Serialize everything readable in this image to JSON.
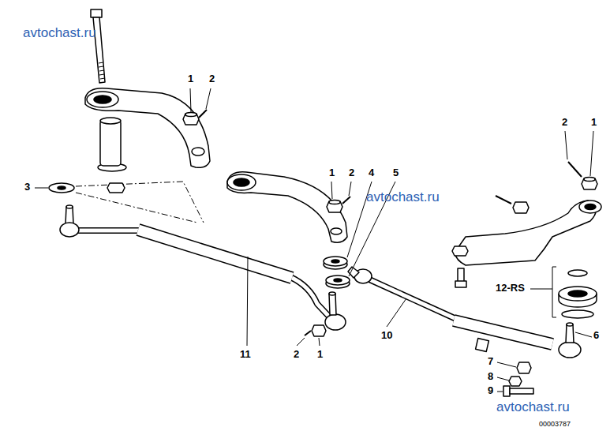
{
  "diagram": {
    "labels": [
      "avtochast.ru",
      "1",
      "2",
      "2",
      "1",
      "3",
      "1",
      "2",
      "4",
      "5",
      "avtochast.ru",
      "12-RS",
      "6",
      "11",
      "2",
      "1",
      "10",
      "7",
      "8",
      "9",
      "avtochast.ru",
      "00003787"
    ]
  }
}
